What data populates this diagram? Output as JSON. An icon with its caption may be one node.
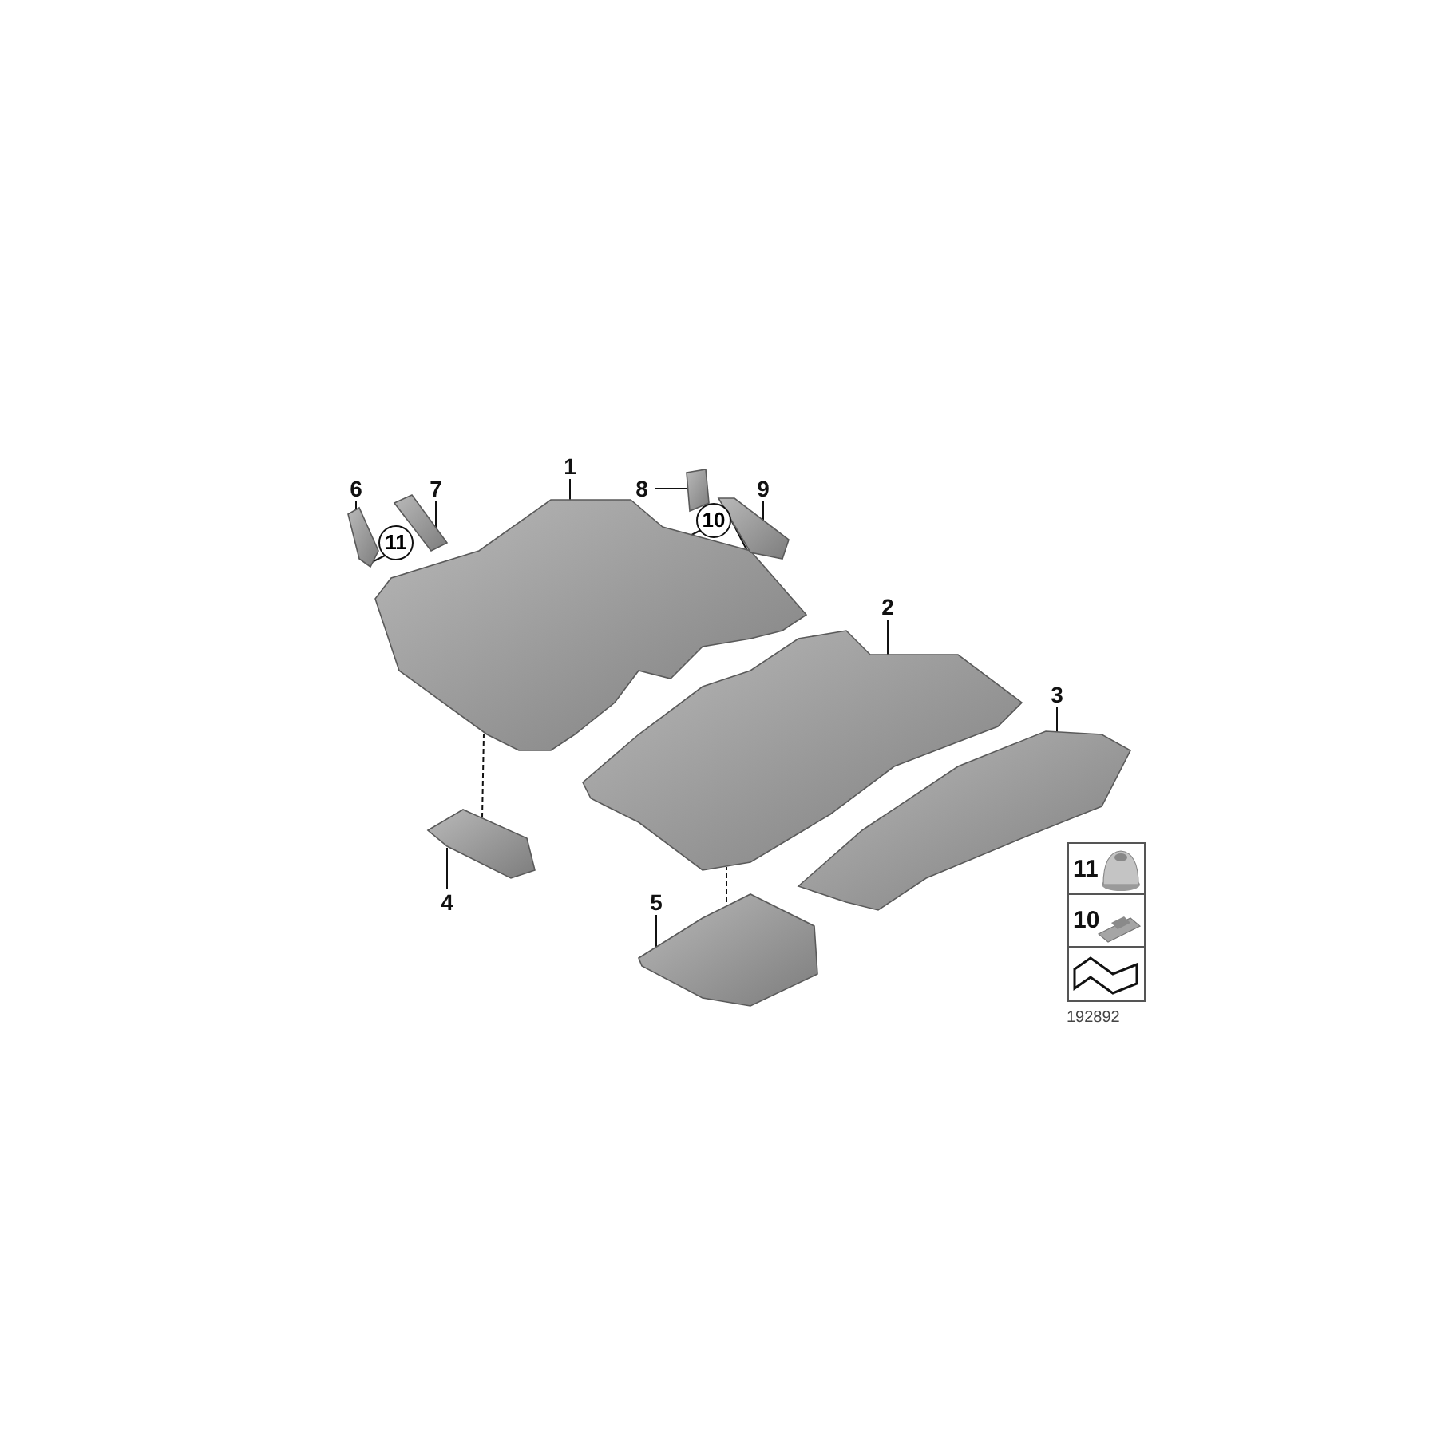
{
  "diagram": {
    "nodes": [
      {
        "text": [
          "1"
        ]
      },
      {
        "text": [],
        "shape": "picture"
      },
      {
        "text": [
          "2"
        ]
      },
      {
        "text": [],
        "shape": "picture"
      },
      {
        "text": [
          "3"
        ]
      },
      {
        "text": [],
        "shape": "picture"
      },
      {
        "text": [
          "4"
        ]
      },
      {
        "text": [],
        "shape": "picture"
      },
      {
        "text": [
          "5"
        ]
      },
      {
        "text": [],
        "shape": "picture"
      },
      {
        "text": [
          "6"
        ]
      },
      {
        "text": [],
        "shape": "picture"
      },
      {
        "text": [
          "7"
        ]
      },
      {
        "text": [],
        "shape": "picture"
      },
      {
        "text": [
          "8"
        ]
      },
      {
        "text": [],
        "shape": "picture"
      },
      {
        "text": [
          "9"
        ]
      },
      {
        "text": [],
        "shape": "picture"
      },
      {
        "text": [
          "10"
        ]
      },
      {
        "text": [
          "11"
        ]
      }
    ],
    "edges": [
      {
        "from": 0,
        "to": 1,
        "arrow": "none"
      },
      {
        "from": 2,
        "to": 3,
        "arrow": "none"
      },
      {
        "from": 4,
        "to": 5,
        "arrow": "none"
      },
      {
        "from": 6,
        "to": 7,
        "arrow": "none"
      },
      {
        "from": 8,
        "to": 9,
        "arrow": "none"
      },
      {
        "from": 10,
        "to": 11,
        "arrow": "none"
      },
      {
        "from": 12,
        "to": 13,
        "arrow": "none"
      },
      {
        "from": 14,
        "to": 15,
        "arrow": "none"
      },
      {
        "from": 16,
        "to": 17,
        "arrow": "none"
      },
      {
        "from": 18,
        "to": 1,
        "arrow": "none"
      },
      {
        "from": 18,
        "to": 17,
        "arrow": "none"
      },
      {
        "from": 19,
        "to": 11,
        "arrow": "none"
      },
      {
        "from": 7,
        "to": 1,
        "arrow": "none",
        "style": "dashed"
      },
      {
        "from": 9,
        "to": 3,
        "arrow": "none",
        "style": "dashed"
      }
    ],
    "labels": [
      "11",
      "10",
      "192892"
    ]
  }
}
